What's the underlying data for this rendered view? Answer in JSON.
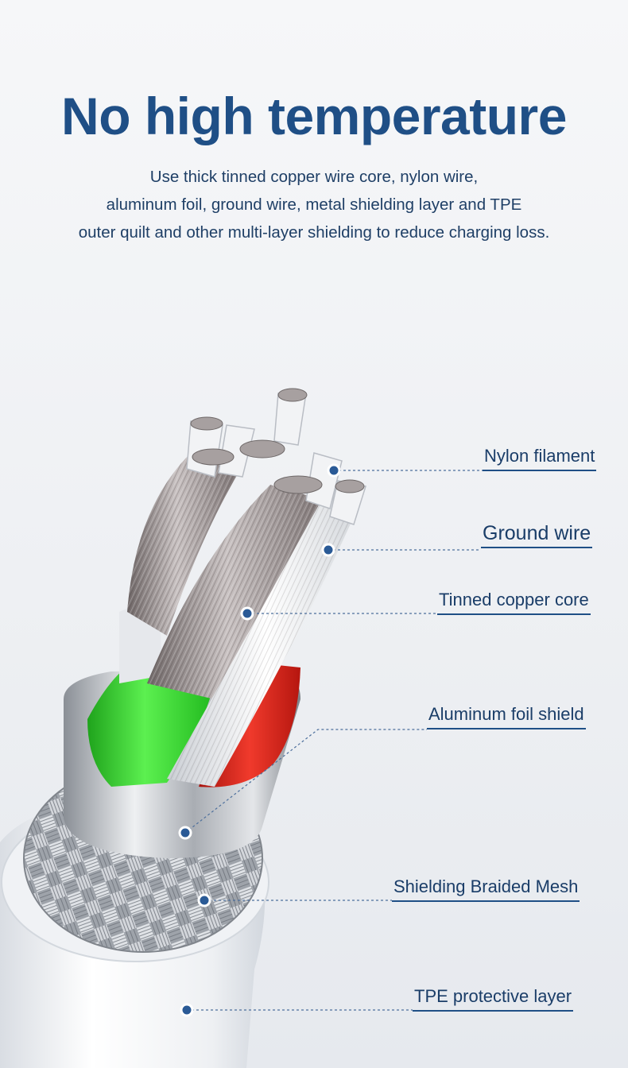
{
  "header": {
    "title": "No high temperature",
    "description_lines": [
      "Use thick tinned copper wire core, nylon wire,",
      "aluminum foil, ground wire, metal shielding layer and TPE",
      "outer quilt and other multi-layer shielding to reduce charging loss."
    ]
  },
  "callouts": [
    {
      "id": "nylon",
      "text": "Nylon filament"
    },
    {
      "id": "ground",
      "text": "Ground wire"
    },
    {
      "id": "copper",
      "text": "Tinned copper core"
    },
    {
      "id": "foil",
      "text": "Aluminum foil shield"
    },
    {
      "id": "braid",
      "text": "Shielding Braided Mesh"
    },
    {
      "id": "tpe",
      "text": "TPE protective layer"
    }
  ],
  "colors": {
    "title": "#1f4f86",
    "text": "#1f3f66",
    "marker": "#2a5a96",
    "leader": "#4d6f9c",
    "insulation_green": "#3ed83a",
    "insulation_red": "#e0241c",
    "jacket_white": "#f4f6f8"
  }
}
